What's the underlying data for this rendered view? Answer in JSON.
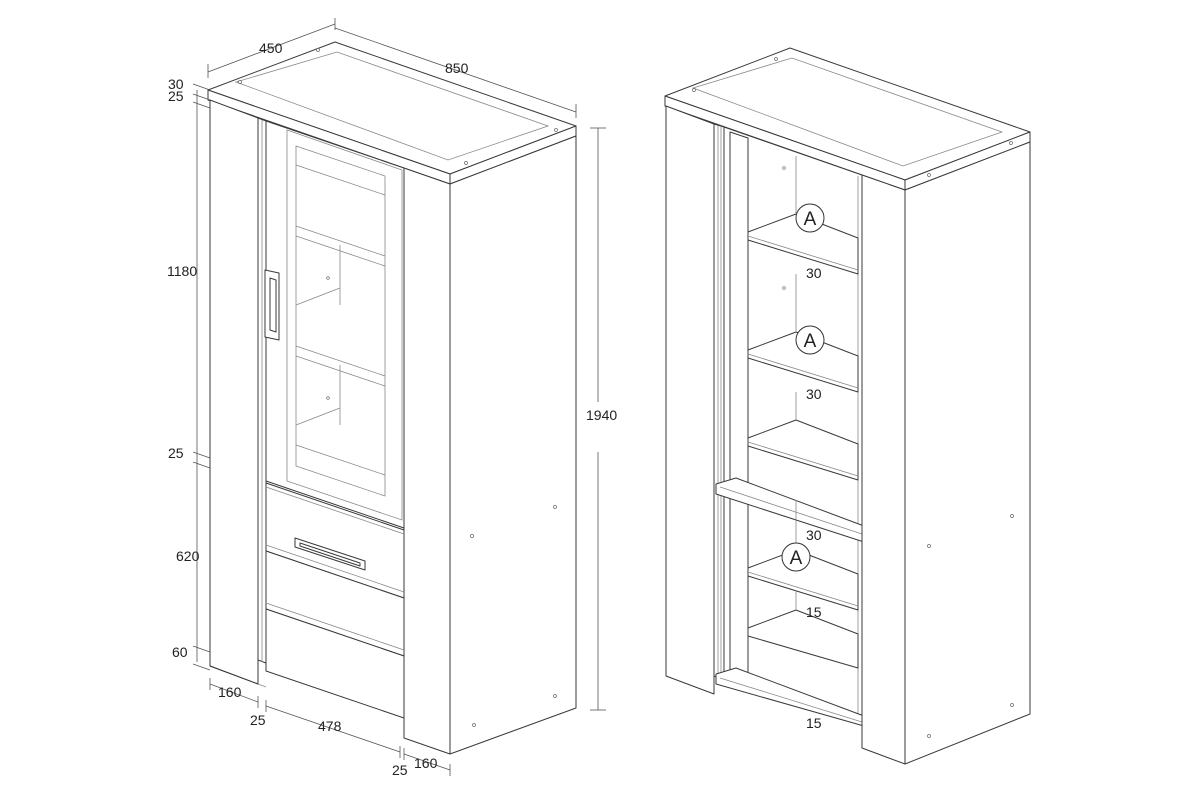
{
  "left_view": {
    "dim_width": "450",
    "dim_length": "850",
    "dim_top_thick": "30",
    "dim_top_gap": "25",
    "dim_upper_height": "1180",
    "dim_mid_gap": "25",
    "dim_lower_height": "620",
    "dim_plinth": "60",
    "dim_side_left": "160",
    "dim_gap_left": "25",
    "dim_door_width": "478",
    "dim_gap_right": "25",
    "dim_side_right": "160",
    "dim_total_height": "1940"
  },
  "right_view": {
    "shelf_label_1": "A",
    "shelf_label_2": "A",
    "shelf_label_3": "A",
    "shelf_thick_1": "30",
    "shelf_thick_2": "30",
    "shelf_thick_3": "30",
    "shelf_thick_4": "15",
    "shelf_thick_5": "15"
  }
}
